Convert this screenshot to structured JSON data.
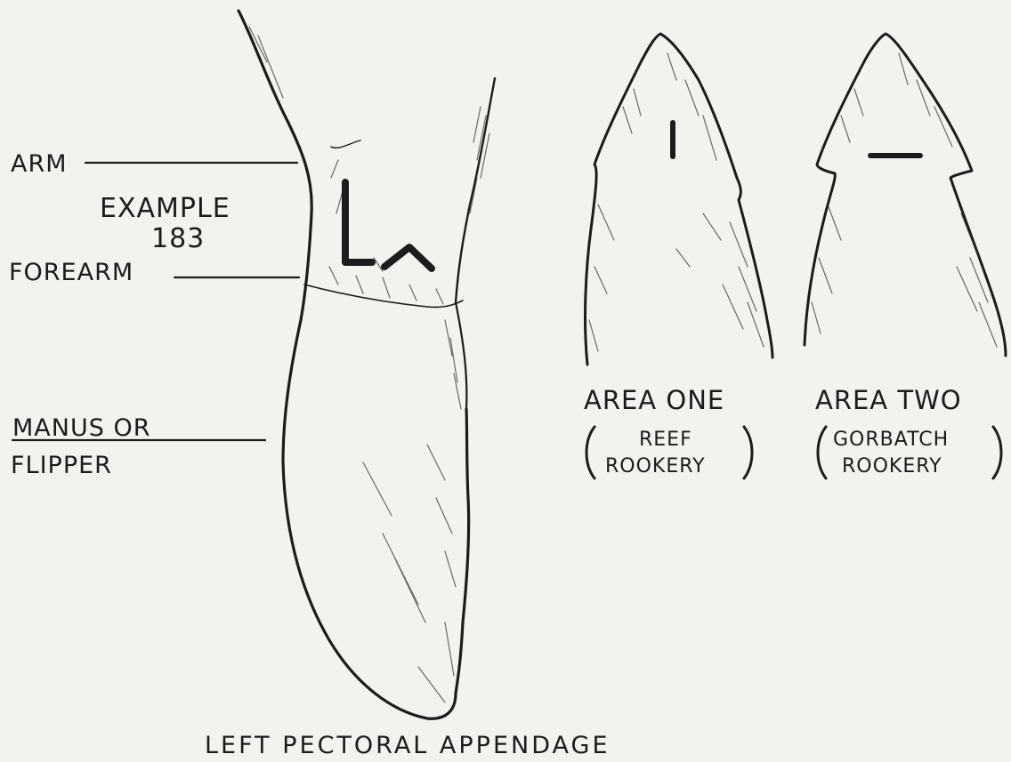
{
  "labels": {
    "arm": "ARM",
    "example_line1": "EXAMPLE",
    "example_line2": "183",
    "forearm": "FOREARM",
    "manus_line1": "MANUS OR",
    "manus_line2": "FLIPPER",
    "area_one": "AREA ONE",
    "area_one_sub_line1": "REEF",
    "area_one_sub_line2": "ROOKERY",
    "area_two": "AREA TWO",
    "area_two_sub_line1": "GORBATCH",
    "area_two_sub_line2": "ROOKERY",
    "caption": "LEFT PECTORAL APPENDAGE"
  },
  "brand_marks": {
    "example_mark": "L^",
    "area_one_mark": "I",
    "area_two_mark": "–"
  },
  "colors": {
    "ink": "#1c1c1c",
    "paper": "#f4f2ee"
  }
}
